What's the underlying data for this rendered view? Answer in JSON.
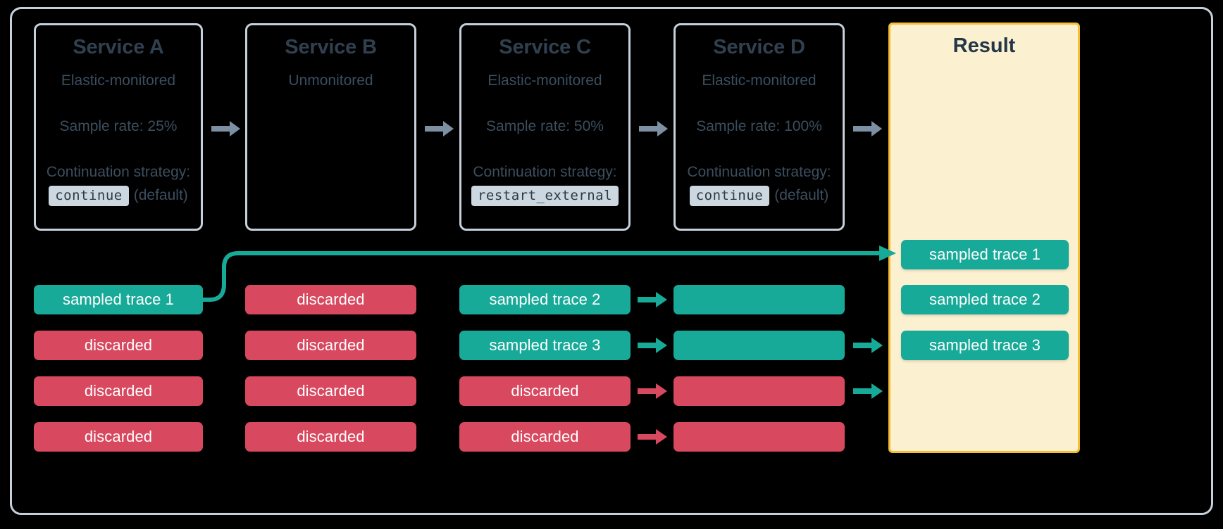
{
  "colors": {
    "background": "#000000",
    "frame_border": "#c5d0da",
    "service_border": "#c5d0da",
    "service_title": "#31404f",
    "service_text": "#3c4e5e",
    "badge_bg": "#ccd7e0",
    "sampled_green": "#18aa98",
    "discarded_red": "#d8485f",
    "result_bg": "#fbf0d0",
    "result_border": "#f6bd33",
    "flow_arrow": "#7d8fa3"
  },
  "services": [
    {
      "id": "service-a",
      "title": "Service A",
      "monitoring": "Elastic-monitored",
      "sample_rate": "Sample rate: 25%",
      "continuation_label": "Continuation strategy:",
      "strategy": "continue",
      "strategy_note": "(default)"
    },
    {
      "id": "service-b",
      "title": "Service B",
      "monitoring": "Unmonitored",
      "sample_rate": "",
      "continuation_label": "",
      "strategy": "",
      "strategy_note": ""
    },
    {
      "id": "service-c",
      "title": "Service C",
      "monitoring": "Elastic-monitored",
      "sample_rate": "Sample rate: 50%",
      "continuation_label": "Continuation strategy:",
      "strategy": "restart_external",
      "strategy_note": ""
    },
    {
      "id": "service-d",
      "title": "Service D",
      "monitoring": "Elastic-monitored",
      "sample_rate": "Sample rate: 100%",
      "continuation_label": "Continuation strategy:",
      "strategy": "continue",
      "strategy_note": "(default)"
    }
  ],
  "result": {
    "title": "Result",
    "traces": [
      {
        "label": "sampled trace 1",
        "state": "sampled"
      },
      {
        "label": "sampled trace 2",
        "state": "sampled"
      },
      {
        "label": "sampled trace 3",
        "state": "sampled"
      }
    ]
  },
  "trace_columns": {
    "service_a": [
      {
        "label": "sampled trace 1",
        "state": "sampled"
      },
      {
        "label": "discarded",
        "state": "discarded"
      },
      {
        "label": "discarded",
        "state": "discarded"
      },
      {
        "label": "discarded",
        "state": "discarded"
      }
    ],
    "service_b": [
      {
        "label": "discarded",
        "state": "discarded"
      },
      {
        "label": "discarded",
        "state": "discarded"
      },
      {
        "label": "discarded",
        "state": "discarded"
      },
      {
        "label": "discarded",
        "state": "discarded"
      }
    ],
    "service_c": [
      {
        "label": "sampled trace 2",
        "state": "sampled"
      },
      {
        "label": "sampled trace 3",
        "state": "sampled"
      },
      {
        "label": "discarded",
        "state": "discarded"
      },
      {
        "label": "discarded",
        "state": "discarded"
      }
    ],
    "service_d": [
      {
        "label": "",
        "state": "sampled"
      },
      {
        "label": "",
        "state": "sampled"
      },
      {
        "label": "",
        "state": "discarded"
      },
      {
        "label": "",
        "state": "discarded"
      }
    ]
  },
  "icons": {
    "flow_arrow": "arrow-right-icon",
    "mini_arrow": "arrow-right-small-icon",
    "curve": "curved-connector-icon"
  }
}
